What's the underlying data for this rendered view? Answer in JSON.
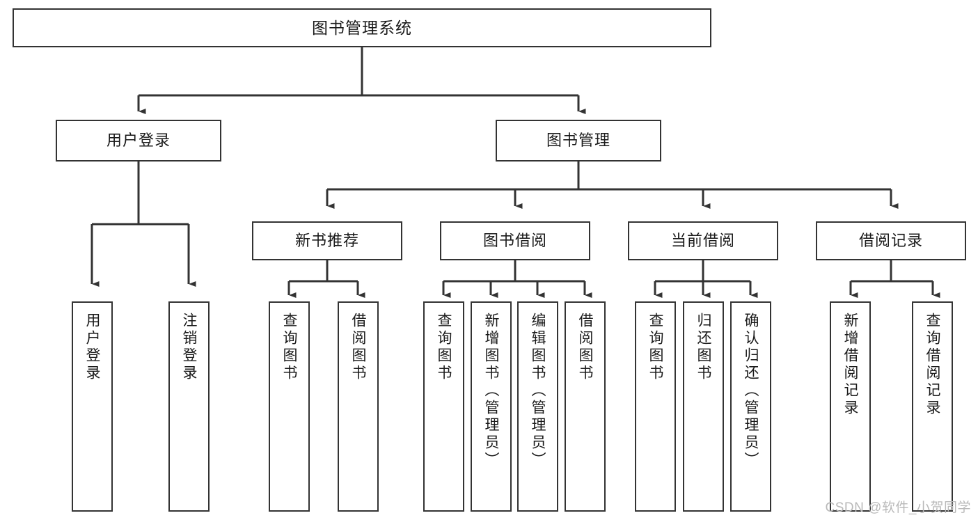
{
  "diagram": {
    "title": "图书管理系统",
    "type": "tree-hierarchy-diagram",
    "watermark": "CSDN @软件_小贺同学",
    "colors": {
      "node_border": "#333333",
      "node_fill": "#ffffff",
      "connector": "#333333",
      "text": "#1a1a1a",
      "watermark": "#b9b9b9",
      "background": "#ffffff"
    },
    "levels": {
      "root_label": "图书管理系统",
      "level2": [
        {
          "id": "user-login",
          "label": "用户登录"
        },
        {
          "id": "book-management",
          "label": "图书管理"
        }
      ],
      "level3": [
        {
          "id": "new-book-recommend",
          "label": "新书推荐",
          "parent": "book-management"
        },
        {
          "id": "book-borrow",
          "label": "图书借阅",
          "parent": "book-management"
        },
        {
          "id": "current-borrow",
          "label": "当前借阅",
          "parent": "book-management"
        },
        {
          "id": "borrow-record",
          "label": "借阅记录",
          "parent": "book-management"
        }
      ],
      "leaves": [
        {
          "id": "leaf-user-login",
          "label": "用户登录",
          "parent": "user-login"
        },
        {
          "id": "leaf-user-logout",
          "label": "注销登录",
          "parent": "user-login"
        },
        {
          "id": "leaf-query-book-1",
          "label": "查询图书",
          "parent": "new-book-recommend"
        },
        {
          "id": "leaf-borrow-book-1",
          "label": "借阅图书",
          "parent": "new-book-recommend"
        },
        {
          "id": "leaf-query-book-2",
          "label": "查询图书",
          "parent": "book-borrow"
        },
        {
          "id": "leaf-add-book",
          "label": "新增图书（管理员）",
          "parent": "book-borrow"
        },
        {
          "id": "leaf-edit-book",
          "label": "编辑图书（管理员）",
          "parent": "book-borrow"
        },
        {
          "id": "leaf-borrow-book-2",
          "label": "借阅图书",
          "parent": "book-borrow"
        },
        {
          "id": "leaf-query-book-3",
          "label": "查询图书",
          "parent": "current-borrow"
        },
        {
          "id": "leaf-return-book",
          "label": "归还图书",
          "parent": "current-borrow"
        },
        {
          "id": "leaf-confirm-return",
          "label": "确认归还（管理员）",
          "parent": "current-borrow"
        },
        {
          "id": "leaf-add-record",
          "label": "新增借阅记录",
          "parent": "borrow-record"
        },
        {
          "id": "leaf-query-record",
          "label": "查询借阅记录",
          "parent": "borrow-record"
        }
      ]
    }
  }
}
